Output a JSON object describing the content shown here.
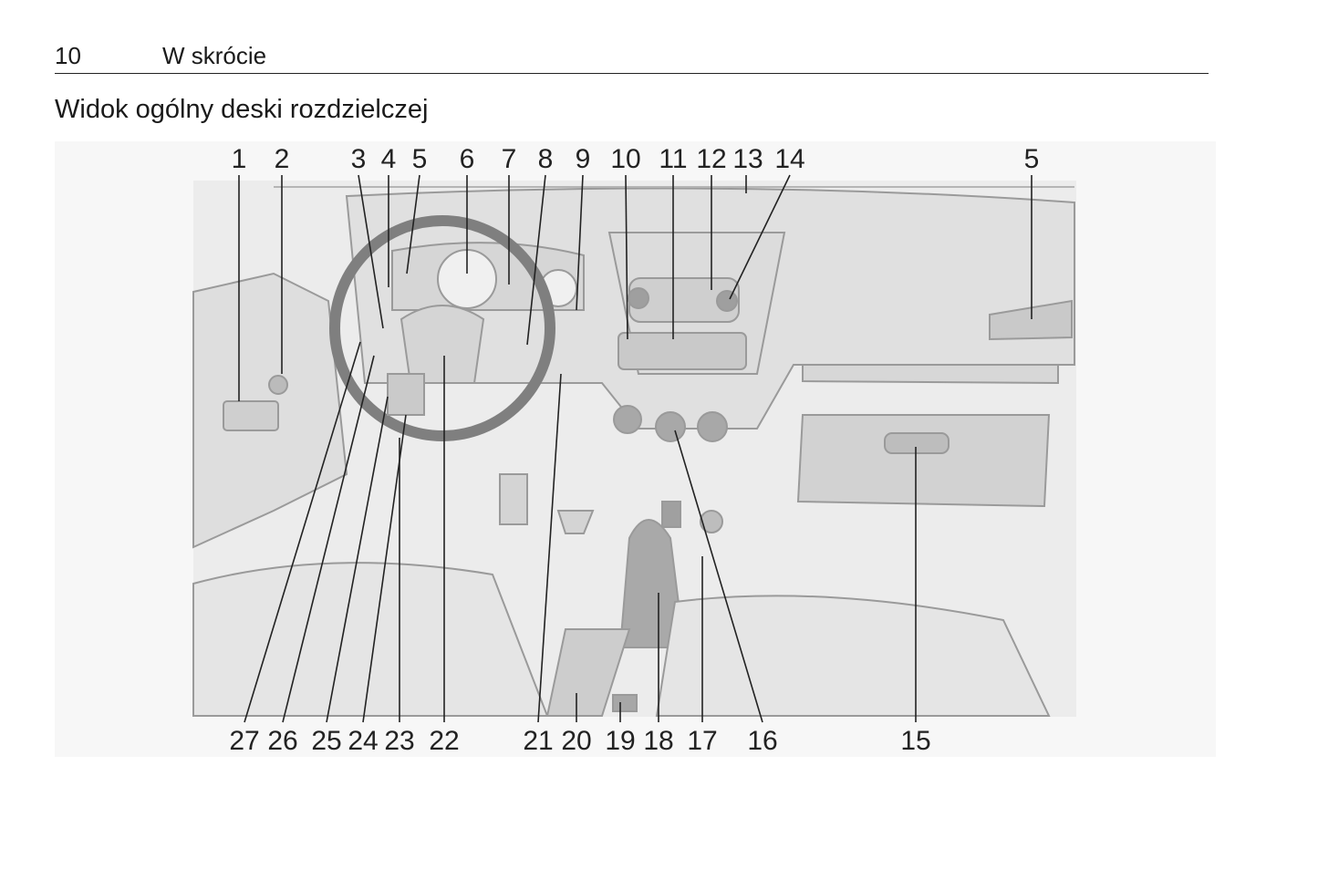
{
  "header": {
    "page_number": "10",
    "section": "W skrócie"
  },
  "title": "Widok ogólny deski rozdzielczej",
  "figure": {
    "callouts_top": [
      {
        "label": "1"
      },
      {
        "label": "2"
      },
      {
        "label": "3"
      },
      {
        "label": "4"
      },
      {
        "label": "5"
      },
      {
        "label": "6"
      },
      {
        "label": "7"
      },
      {
        "label": "8"
      },
      {
        "label": "9"
      },
      {
        "label": "10"
      },
      {
        "label": "11"
      },
      {
        "label": "12"
      },
      {
        "label": "13"
      },
      {
        "label": "14"
      },
      {
        "label": "5"
      }
    ],
    "callouts_bottom": [
      {
        "label": "27"
      },
      {
        "label": "26"
      },
      {
        "label": "25"
      },
      {
        "label": "24"
      },
      {
        "label": "23"
      },
      {
        "label": "22"
      },
      {
        "label": "21"
      },
      {
        "label": "20"
      },
      {
        "label": "19"
      },
      {
        "label": "18"
      },
      {
        "label": "17"
      },
      {
        "label": "16"
      },
      {
        "label": "15"
      }
    ]
  }
}
